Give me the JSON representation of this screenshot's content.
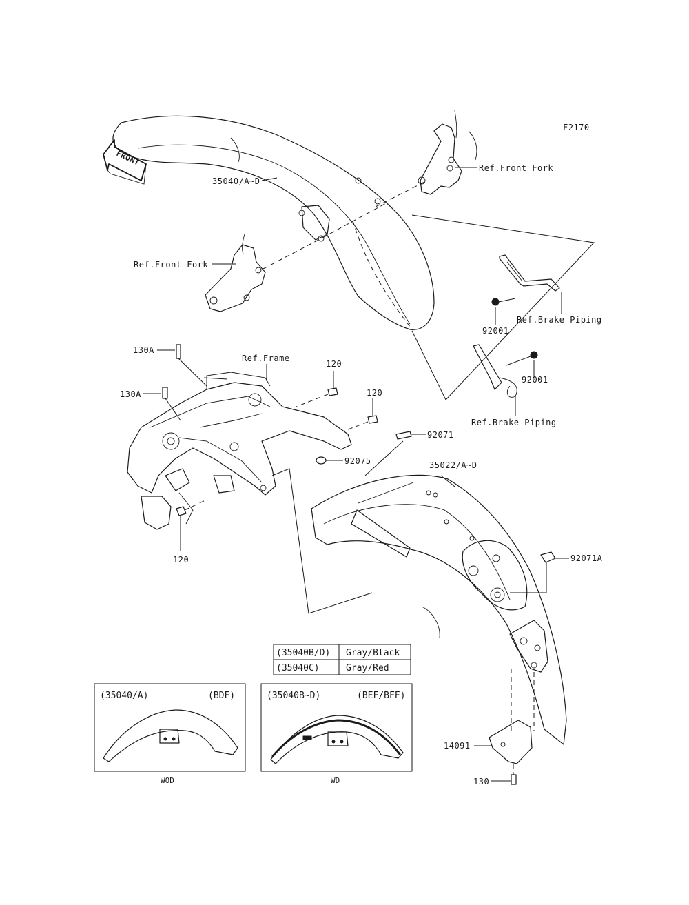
{
  "figure_code": "F2170",
  "front_badge": "FRONT",
  "callouts": {
    "front_fender": "35040/A~D",
    "rear_fender": "35022/A~D",
    "ref_front_fork_right": "Ref.Front Fork",
    "ref_front_fork_left": "Ref.Front Fork",
    "ref_brake_piping_upper": "Ref.Brake Piping",
    "ref_brake_piping_lower": "Ref.Brake Piping",
    "bolt_92001_upper": "92001",
    "bolt_92001_lower": "92001",
    "ref_frame": "Ref.Frame",
    "bolt_130a_upper": "130A",
    "bolt_130a_lower": "130A",
    "bolt_120_a": "120",
    "bolt_120_b": "120",
    "bolt_120_c": "120",
    "part_92071": "92071",
    "part_92075": "92075",
    "part_92071a": "92071A",
    "part_14091": "14091",
    "bolt_130": "130"
  },
  "color_table": [
    {
      "code": "(35040B/D)",
      "color": "Gray/Black"
    },
    {
      "code": "(35040C)",
      "color": "Gray/Red"
    }
  ],
  "variants": [
    {
      "code": "(35040/A)",
      "spec": "(BDF)",
      "caption": "WOD"
    },
    {
      "code": "(35040B~D)",
      "spec": "(BEF/BFF)",
      "caption": "WD"
    }
  ]
}
